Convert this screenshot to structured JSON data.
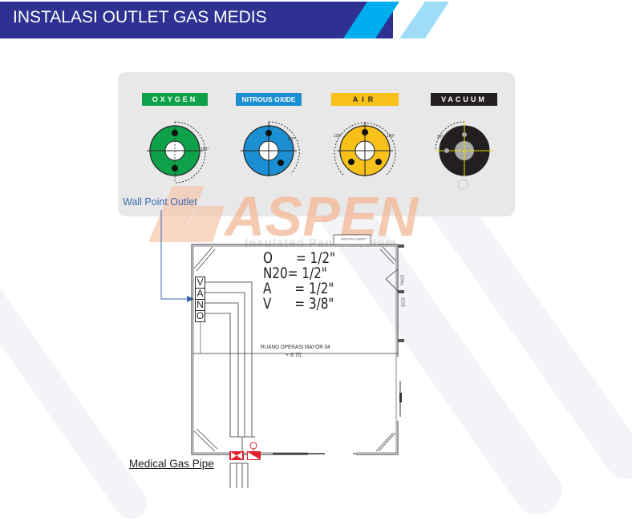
{
  "header": {
    "title": "INSTALASI OUTLET GAS MEDIS",
    "colors": {
      "bar": "#2e3192",
      "stripe_dark": "#00aeef",
      "stripe_light": "#9fdcf7"
    }
  },
  "outlet_panel": {
    "gases": [
      {
        "label": "OXYGEN",
        "color": "#0fa14a",
        "angle": "180°"
      },
      {
        "label": "NITROUS OXIDE",
        "color": "#1b8fd2",
        "angle": "135°"
      },
      {
        "label": "AIR",
        "color": "#f7c11a",
        "angle_left": "120°",
        "angle_right": "120°"
      },
      {
        "label": "VACUUM",
        "color": "#231f20",
        "angle": "90°"
      }
    ],
    "wall_point_label": "Wall Point Outlet"
  },
  "watermark": {
    "brand": "ASPEN",
    "tagline": "Insulated Panel System"
  },
  "floor_plan": {
    "pipe_sizes": [
      {
        "gas": "O",
        "size": "= 1/2\""
      },
      {
        "gas": "N20",
        "size": "= 1/2\""
      },
      {
        "gas": "A",
        "size": "= 1/2\""
      },
      {
        "gas": "V",
        "size": "= 3/8\""
      }
    ],
    "size_text": "O      = 1/2\"\nN20= 1/2\"\nA      = 1/2\"\nV      = 3/8\"",
    "outlet_letters": [
      "V",
      "A",
      "N",
      "O"
    ],
    "room_name": "RUANG OPERASI MAYOR 04",
    "room_elevation": "+ 8.70",
    "cabinet_label": "PASSTHRU CABINET",
    "pass_label": "PASS",
    "medical_gas_pipe_label": "Medical Gas Pipe"
  }
}
